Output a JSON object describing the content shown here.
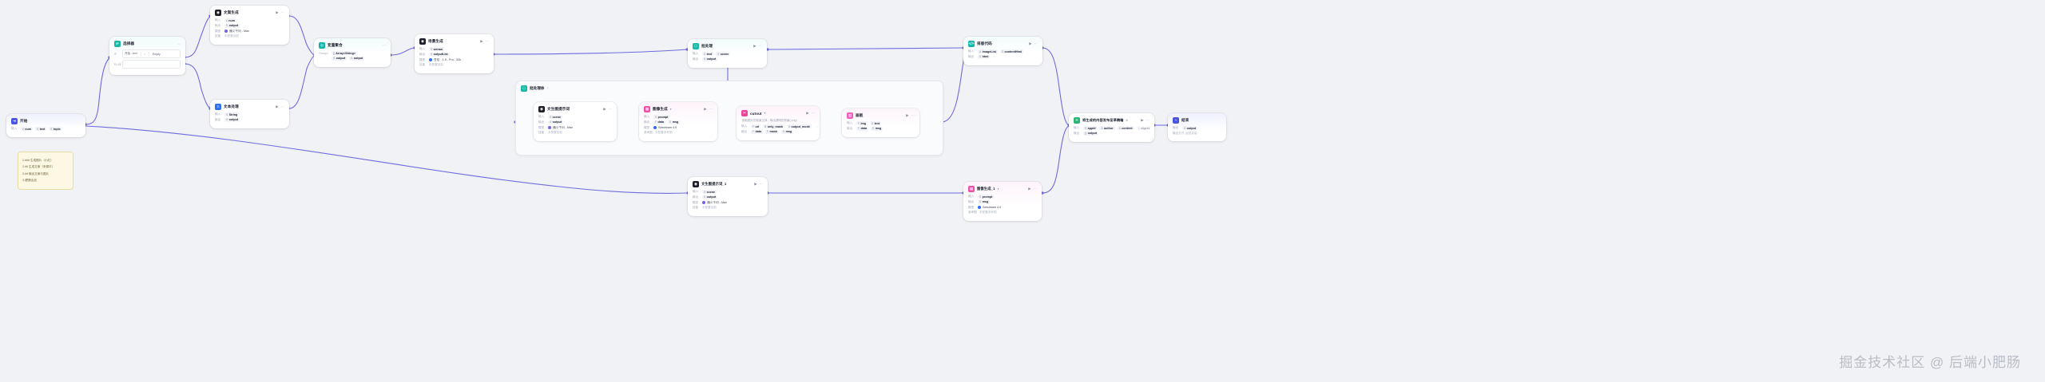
{
  "app": {
    "canvas_background": "#f1f2f5",
    "edge_color": "#6f6ae0",
    "watermark": "掘金技术社区 @ 后端小肥肠"
  },
  "labels": {
    "input": "输入",
    "output": "输出",
    "model": "模型",
    "skill": "技能",
    "condition": "IF",
    "else": "ELSE",
    "group1": "Group1",
    "param": "参数",
    "var": "变量",
    "output_var": "输出变量"
  },
  "note": {
    "lines": [
      "1.### 生成图片（小红）",
      "2.## 生成文案（来源平）",
      "3.## 输出文案与图片",
      "小肥肠出品"
    ]
  },
  "nodes": {
    "start": {
      "title": "开始",
      "icon": "start-icon",
      "input_label": "输入",
      "params": [
        {
          "type": "#",
          "name": "num"
        },
        {
          "type": "S",
          "name": "text"
        },
        {
          "type": "S",
          "name": "topic"
        }
      ]
    },
    "selector": {
      "title": "选择器",
      "icon": "if-icon",
      "badge": "IF",
      "if_label": "IF",
      "else_label": "ELSE",
      "left_var": "开始 - text",
      "operator": "=",
      "right_value": "Empty",
      "menu": "..."
    },
    "copywriting": {
      "title": "文案生成",
      "icon": "llm-icon",
      "input_label": "输入",
      "output_label": "输出",
      "model_label": "模型",
      "skill_label": "技能",
      "inputs": [
        {
          "type": "#",
          "name": "num"
        }
      ],
      "outputs": [
        {
          "type": "S",
          "name": "output"
        }
      ],
      "model": "通义千问 - Max",
      "skill": "未配置技能"
    },
    "text_process": {
      "title": "文本处理",
      "icon": "text-icon",
      "input_label": "输入",
      "output_label": "输出",
      "inputs": [
        {
          "type": "S",
          "name": "String"
        }
      ],
      "outputs": [
        {
          "type": "S",
          "name": "output"
        }
      ]
    },
    "aggregate": {
      "title": "变量聚合",
      "icon": "aggregate-icon",
      "group_label": "Group1",
      "type_chip": "Array<String>",
      "rows": [
        {
          "type": "S",
          "name": "output"
        },
        {
          "type": "S",
          "name": "output"
        }
      ]
    },
    "scene": {
      "title": "场景生成",
      "icon": "llm-icon",
      "input_label": "输入",
      "output_label": "输出",
      "model_label": "模型",
      "skill_label": "技能",
      "inputs": [
        {
          "type": "S",
          "name": "wenan"
        }
      ],
      "outputs": [
        {
          "type": "S",
          "name": "outputList"
        }
      ],
      "model": "豆包 - 1.5 - Pro - 32k",
      "skill": "未配置技能"
    },
    "batch": {
      "title": "批处理",
      "icon": "batch-icon",
      "input_label": "输入",
      "output_label": "输出",
      "inputs": [
        {
          "type": "S",
          "name": "text"
        },
        {
          "type": "S",
          "name": "scene"
        }
      ],
      "outputs": [
        {
          "type": "S",
          "name": "output"
        }
      ]
    },
    "batch_body": {
      "title": "批处理体",
      "icon": "batch-icon",
      "help": "?"
    },
    "t2i_prompt": {
      "title": "文生图提示词",
      "icon": "llm-icon",
      "input_label": "输入",
      "output_label": "输出",
      "model_label": "模型",
      "skill_label": "技能",
      "inputs": [
        {
          "type": "S",
          "name": "scene"
        }
      ],
      "outputs": [
        {
          "type": "S",
          "name": "output"
        }
      ],
      "model": "通义千问 - Max",
      "skill": "未配置技能"
    },
    "image_gen": {
      "title": "图像生成",
      "icon": "image-icon",
      "badge": "▾",
      "input_label": "输入",
      "output_label": "输出",
      "model_label": "模型",
      "skill_label": "参考图",
      "inputs": [
        {
          "type": "S",
          "name": "prompt"
        }
      ],
      "outputs": [
        {
          "type": "F",
          "name": "data"
        },
        {
          "type": "S",
          "name": "msg"
        }
      ],
      "model": "Seedream 4.0",
      "skill": "未配置参考图"
    },
    "cutout": {
      "title": "cutout",
      "icon": "cutout-icon",
      "badge": "▾",
      "desc": "抠取图片的前景主体，输出透明的背景(.png)",
      "input_label": "输入",
      "output_label": "输出",
      "inputs": [
        {
          "type": "F",
          "name": "url"
        },
        {
          "type": "B",
          "name": "only_mask"
        },
        {
          "type": "S",
          "name": "output_mode"
        }
      ],
      "outputs": [
        {
          "type": "F",
          "name": "data"
        },
        {
          "type": "F",
          "name": "mask"
        },
        {
          "type": "S",
          "name": "msg"
        }
      ],
      "more": "..."
    },
    "board": {
      "title": "画板",
      "icon": "board-icon",
      "input_label": "输入",
      "output_label": "输出",
      "inputs": [
        {
          "type": "F",
          "name": "img"
        },
        {
          "type": "S",
          "name": "text"
        }
      ],
      "outputs": [
        {
          "type": "F",
          "name": "data"
        },
        {
          "type": "S",
          "name": "msg"
        }
      ]
    },
    "layout_code": {
      "title": "排版代码",
      "icon": "code-icon",
      "input_label": "输入",
      "output_label": "输出",
      "inputs": [
        {
          "type": "A",
          "name": "imageList"
        },
        {
          "type": "S",
          "name": "contentHtml"
        }
      ],
      "outputs": [
        {
          "type": "S",
          "name": "html"
        }
      ]
    },
    "publish": {
      "title": "将生成的内容发布至草稿箱",
      "icon": "publish-icon",
      "badge": "⊞",
      "input_label": "输入",
      "output_label": "输出",
      "inputs": [
        {
          "type": "S",
          "name": "appid"
        },
        {
          "type": "S",
          "name": "author"
        },
        {
          "type": "S",
          "name": "content"
        },
        {
          "type": "S",
          "name": "digest"
        }
      ],
      "outputs": [
        {
          "type": "{}",
          "name": "output"
        }
      ],
      "more": "..."
    },
    "end": {
      "title": "结束",
      "icon": "end-icon",
      "output_label": "输出",
      "mode_label": "输出方式",
      "outputs": [
        {
          "type": "S",
          "name": "output"
        }
      ],
      "mode": "返回变量"
    },
    "t2i_prompt_1": {
      "title": "文生图提示词_1",
      "icon": "llm-icon",
      "input_label": "输入",
      "output_label": "输出",
      "model_label": "模型",
      "skill_label": "技能",
      "inputs": [
        {
          "type": "S",
          "name": "scene"
        }
      ],
      "outputs": [
        {
          "type": "S",
          "name": "output"
        }
      ],
      "model": "通义千问 - Max",
      "skill": "未配置技能"
    },
    "image_gen_1": {
      "title": "图像生成_1",
      "icon": "image-icon",
      "badge": "▾",
      "input_label": "输入",
      "output_label": "输出",
      "model_label": "模型",
      "skill_label": "参考图",
      "inputs": [
        {
          "type": "S",
          "name": "prompt"
        }
      ],
      "outputs": [
        {
          "type": "S",
          "name": "msg"
        }
      ],
      "model": "Seedream 4.0",
      "skill": "未配置参考图"
    }
  }
}
